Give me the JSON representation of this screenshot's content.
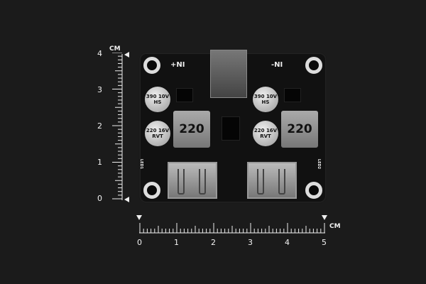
{
  "ruler_vertical": {
    "unit": "CM",
    "ticks": [
      "0",
      "1",
      "2",
      "3",
      "4"
    ]
  },
  "ruler_horizontal": {
    "unit": "CM",
    "ticks": [
      "0",
      "1",
      "2",
      "3",
      "4",
      "5"
    ]
  },
  "board": {
    "label_left": "+NI",
    "label_right": "-NI",
    "inductor_left": "220",
    "inductor_right": "220",
    "cap_top": "390 10V HS",
    "cap_bottom": "220 16V RVT",
    "led_left": "LED1",
    "led_right": "LED2"
  }
}
